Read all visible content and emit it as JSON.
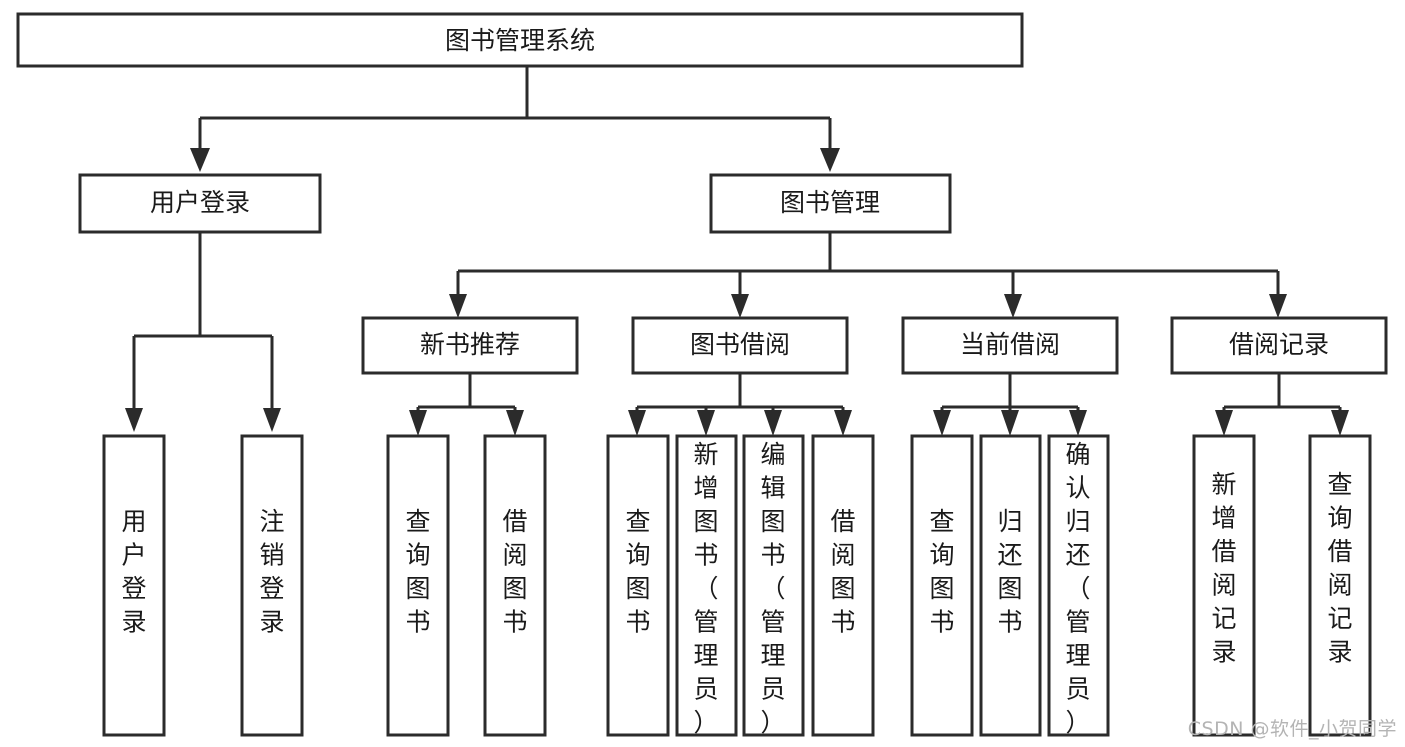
{
  "diagram": {
    "title": "图书管理系统",
    "type": "tree-hierarchy-chart",
    "orientation": "top-down",
    "colors": {
      "box_fill": "#ffffff",
      "box_stroke": "#2b2b2b",
      "link_stroke": "#2b2b2b",
      "text": "#1a1a1a",
      "watermark": "#b4b4b4",
      "background": "#ffffff"
    },
    "root": {
      "label": "图书管理系统"
    },
    "level1": [
      {
        "label": "用户登录"
      },
      {
        "label": "图书管理"
      }
    ],
    "level2": [
      {
        "label": "新书推荐",
        "parent": "图书管理"
      },
      {
        "label": "图书借阅",
        "parent": "图书管理"
      },
      {
        "label": "当前借阅",
        "parent": "图书管理"
      },
      {
        "label": "借阅记录",
        "parent": "图书管理"
      }
    ],
    "leaves": {
      "用户登录": [
        {
          "label": "用户登录"
        },
        {
          "label": "注销登录"
        }
      ],
      "新书推荐": [
        {
          "label": "查询图书"
        },
        {
          "label": "借阅图书"
        }
      ],
      "图书借阅": [
        {
          "label": "查询图书"
        },
        {
          "label": "新增图书（管理员）"
        },
        {
          "label": "编辑图书（管理员）"
        },
        {
          "label": "借阅图书"
        }
      ],
      "当前借阅": [
        {
          "label": "查询图书"
        },
        {
          "label": "归还图书"
        },
        {
          "label": "确认归还（管理员）"
        }
      ],
      "借阅记录": [
        {
          "label": "新增借阅记录"
        },
        {
          "label": "查询借阅记录"
        }
      ]
    }
  },
  "watermark": {
    "text": "CSDN @软件_小贺同学"
  }
}
